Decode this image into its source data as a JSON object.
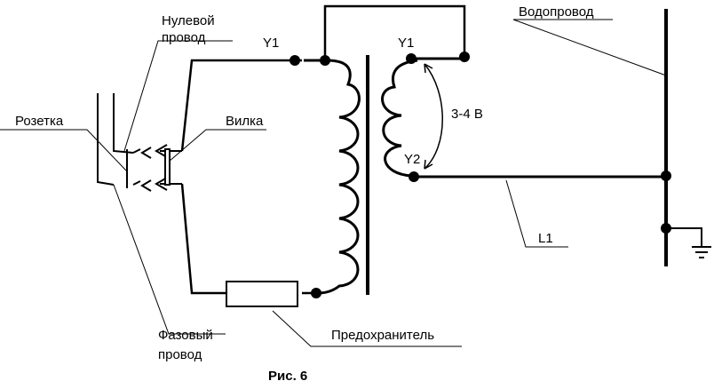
{
  "labels": {
    "neutral_wire_line1": "Нулевой",
    "neutral_wire_line2": "провод",
    "socket": "Розетка",
    "plug": "Вилка",
    "phase_wire_line1": "Фазовый",
    "phase_wire_line2": "провод",
    "fuse": "Предохранитель",
    "water_pipe": "Водопровод",
    "primary_start": "Y1",
    "secondary_start": "Y1",
    "secondary_end": "Y2",
    "voltage": "3-4 В",
    "ground_lead": "L1"
  },
  "caption": "Рис. 6"
}
